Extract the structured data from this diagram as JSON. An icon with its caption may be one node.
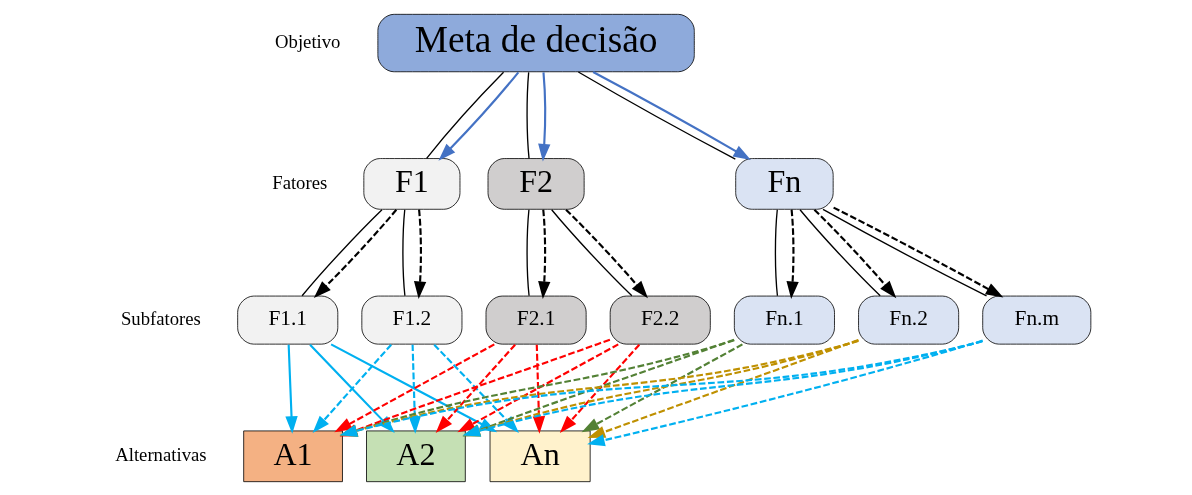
{
  "diagram": {
    "nodes": [
      {
        "text": [
          "Meta de decisão"
        ]
      },
      {
        "text": [
          "F1"
        ]
      },
      {
        "text": [
          "F2"
        ]
      },
      {
        "text": [
          "Fn"
        ]
      },
      {
        "text": [
          "F1.1"
        ]
      },
      {
        "text": [
          "F1.2"
        ]
      },
      {
        "text": [
          "F2.1"
        ]
      },
      {
        "text": [
          "F2.2"
        ]
      },
      {
        "text": [
          "Fn.1"
        ]
      },
      {
        "text": [
          "Fn.2"
        ]
      },
      {
        "text": [
          "Fn.m"
        ]
      },
      {
        "text": [
          "A1"
        ]
      },
      {
        "text": [
          "A2"
        ]
      },
      {
        "text": [
          "An"
        ]
      }
    ],
    "edges": [
      {
        "from": 0,
        "to": 1,
        "arrow": "none"
      },
      {
        "from": 0,
        "to": 2,
        "arrow": "none"
      },
      {
        "from": 0,
        "to": 3,
        "arrow": "none"
      },
      {
        "from": 1,
        "to": 4,
        "arrow": "none"
      },
      {
        "from": 1,
        "to": 5,
        "arrow": "none"
      },
      {
        "from": 2,
        "to": 6,
        "arrow": "none"
      },
      {
        "from": 2,
        "to": 7,
        "arrow": "none"
      },
      {
        "from": 3,
        "to": 8,
        "arrow": "none"
      },
      {
        "from": 3,
        "to": 9,
        "arrow": "none"
      },
      {
        "from": 3,
        "to": 10,
        "arrow": "none"
      },
      {
        "from": 0,
        "to": 1,
        "arrow": "to",
        "color": "#4472c4"
      },
      {
        "from": 0,
        "to": 2,
        "arrow": "to",
        "color": "#4472c4"
      },
      {
        "from": 0,
        "to": 3,
        "arrow": "to",
        "color": "#4472c4"
      },
      {
        "from": 1,
        "to": 4,
        "arrow": "to",
        "style": "dashed"
      },
      {
        "from": 1,
        "to": 5,
        "arrow": "to",
        "style": "dashed"
      },
      {
        "from": 2,
        "to": 6,
        "arrow": "to",
        "style": "dashed"
      },
      {
        "from": 2,
        "to": 7,
        "arrow": "to",
        "style": "dashed"
      },
      {
        "from": 3,
        "to": 8,
        "arrow": "to",
        "style": "dashed"
      },
      {
        "from": 3,
        "to": 9,
        "arrow": "to",
        "style": "dashed"
      },
      {
        "from": 3,
        "to": 10,
        "arrow": "to",
        "style": "dashed"
      },
      {
        "from": 4,
        "to": 11,
        "arrow": "to",
        "color": "#00b0f0"
      },
      {
        "from": 4,
        "to": 12,
        "arrow": "to",
        "color": "#00b0f0"
      },
      {
        "from": 4,
        "to": 13,
        "arrow": "to",
        "color": "#00b0f0"
      },
      {
        "from": 5,
        "to": 11,
        "arrow": "to",
        "style": "dashed",
        "color": "#00b0f0"
      },
      {
        "from": 5,
        "to": 12,
        "arrow": "to",
        "style": "dashed",
        "color": "#00b0f0"
      },
      {
        "from": 5,
        "to": 13,
        "arrow": "to",
        "style": "dashed",
        "color": "#00b0f0"
      },
      {
        "from": 6,
        "to": 11,
        "arrow": "to",
        "style": "dashed",
        "color": "#ff0000"
      },
      {
        "from": 6,
        "to": 12,
        "arrow": "to",
        "style": "dashed",
        "color": "#ff0000"
      },
      {
        "from": 6,
        "to": 13,
        "arrow": "to",
        "style": "dashed",
        "color": "#ff0000"
      },
      {
        "from": 7,
        "to": 11,
        "arrow": "to",
        "style": "dashed",
        "color": "#ff0000"
      },
      {
        "from": 7,
        "to": 12,
        "arrow": "to",
        "style": "dashed",
        "color": "#ff0000"
      },
      {
        "from": 7,
        "to": 13,
        "arrow": "to",
        "style": "dashed",
        "color": "#ff0000"
      },
      {
        "from": 8,
        "to": 11,
        "arrow": "to",
        "style": "dashed",
        "color": "#538135"
      },
      {
        "from": 8,
        "to": 12,
        "arrow": "to",
        "style": "dashed",
        "color": "#538135"
      },
      {
        "from": 8,
        "to": 13,
        "arrow": "to",
        "style": "dashed",
        "color": "#538135"
      },
      {
        "from": 9,
        "to": 11,
        "arrow": "to",
        "style": "dashed",
        "color": "#bf9000"
      },
      {
        "from": 9,
        "to": 12,
        "arrow": "to",
        "style": "dashed",
        "color": "#bf9000"
      },
      {
        "from": 9,
        "to": 13,
        "arrow": "to",
        "style": "dashed",
        "color": "#bf9000"
      },
      {
        "from": 10,
        "to": 11,
        "arrow": "to",
        "style": "dashed",
        "color": "#00b0f0"
      },
      {
        "from": 10,
        "to": 12,
        "arrow": "to",
        "style": "dashed",
        "color": "#00b0f0"
      },
      {
        "from": 10,
        "to": 13,
        "arrow": "to",
        "style": "dashed",
        "color": "#00b0f0"
      }
    ],
    "labels": [
      "Objetivo",
      "Fatores",
      "Subfatores",
      "Alternativas"
    ]
  }
}
